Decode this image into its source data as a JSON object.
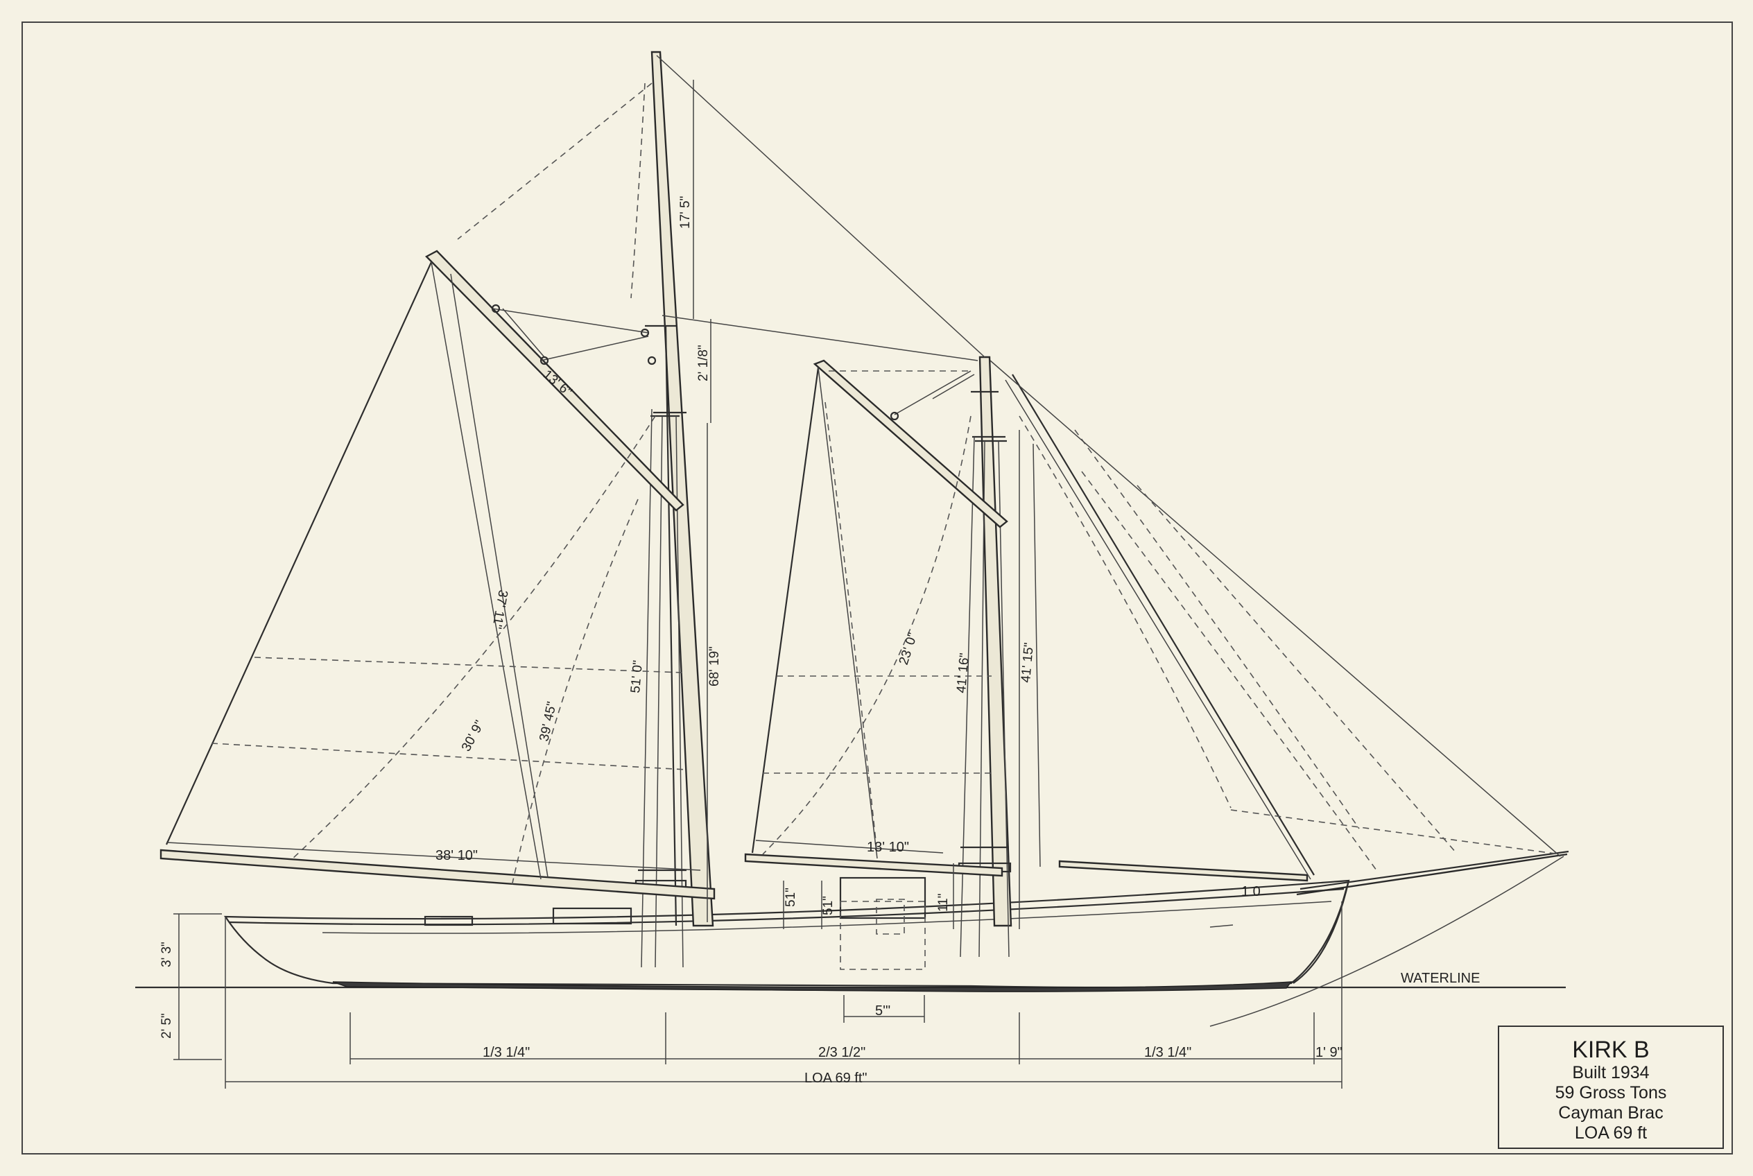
{
  "vessel": {
    "name": "KIRK B",
    "built": "Built 1934",
    "tonnage": "59 Gross Tons",
    "place": "Cayman Brac",
    "loa": "LOA 69 ft"
  },
  "labels": {
    "waterline": "WATERLINE",
    "loa_dimension": "LOA  69 ft\"",
    "aft_third": "1/3 1/4\"",
    "mid_section": "2/3 1/2\"",
    "fwd_third": "1/3 1/4\"",
    "bow_overhang": "1' 9\"",
    "freeboard": "3' 3\"",
    "draft": "2' 5\"",
    "main_boom": "38' 10\"",
    "fore_boom": "13' 10\"",
    "main_gaff": "13' 6\"",
    "main_topmast": "17' 5\"",
    "main_doubling": "2' 1/8\"",
    "main_mast_total": "68' 19\"",
    "main_mast_lower": "51' 0\"",
    "main_leech": "37' 11\"",
    "main_diagonal": "30' 9\"",
    "main_luff_diag": "39' 45\"",
    "fore_mast": "41' 15\"",
    "fore_mast_lower": "41' 16\"",
    "foresail_diag": "23' 0\"",
    "house_height": "51\"",
    "house_height_2": "51\"",
    "house_width": "5'\"",
    "rail_height": "11\"",
    "bow_mark": "1 0"
  }
}
